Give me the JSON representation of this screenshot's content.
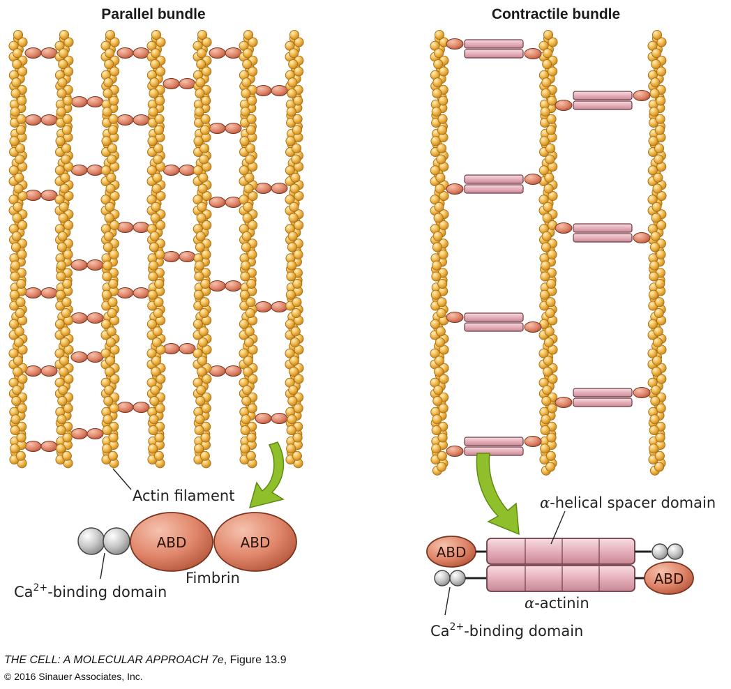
{
  "titles": {
    "left": "Parallel bundle",
    "right": "Contractile bundle"
  },
  "labels": {
    "actin_filament": "Actin filament",
    "fimbrin": "Fimbrin",
    "abd": "ABD",
    "ca_prefix": "Ca",
    "ca_superscript": "2+",
    "ca_suffix": "-binding domain",
    "alpha_symbol": "α",
    "spacer_suffix": "-helical spacer domain",
    "actinin_suffix": "-actinin"
  },
  "caption": {
    "book": "THE CELL: A MOLECULAR APPROACH 7e",
    "figure": ", Figure 13.9",
    "copyright": "© 2016 Sinauer Associates, Inc."
  },
  "colors": {
    "actin": "#f2b84a",
    "actin_stroke": "#b07a1c",
    "protein": "#e0866a",
    "protein_stroke": "#7a3520",
    "spacer": "#e8b4be",
    "spacer_stroke": "#6e3b46",
    "calcium": "#c8c8c8",
    "arrow": "#8fbf2a"
  }
}
